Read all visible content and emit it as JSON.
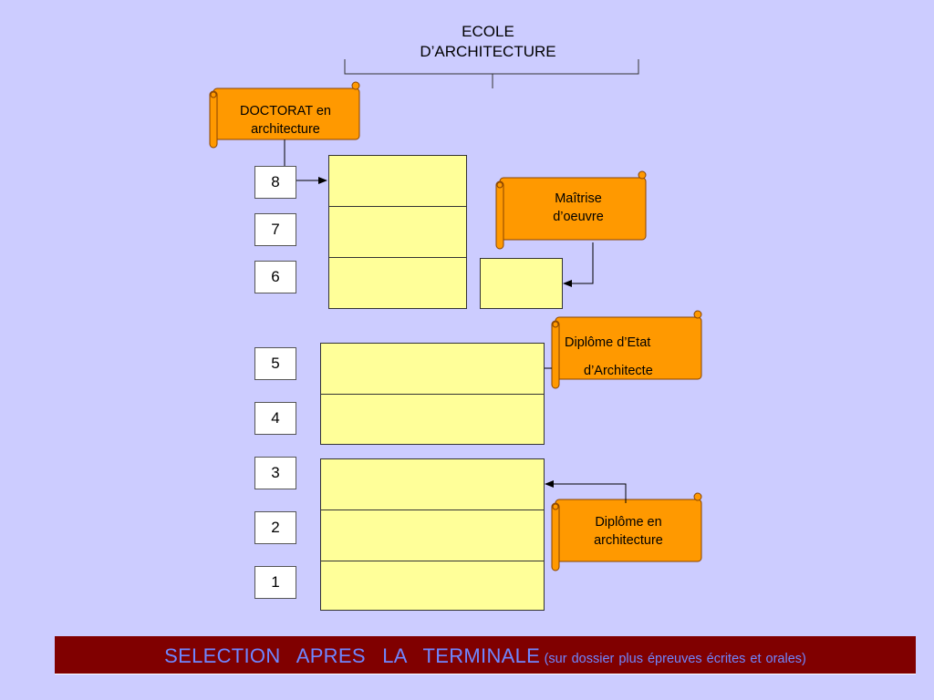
{
  "header": {
    "line1": "ECOLE",
    "line2": "D’ARCHITECTURE"
  },
  "years": [
    "8",
    "7",
    "6",
    "5",
    "4",
    "3",
    "2",
    "1"
  ],
  "labels": {
    "doctorat": [
      "DOCTORAT en",
      "architecture"
    ],
    "maitrise": [
      "Maîtrise",
      "d’oeuvre"
    ],
    "diplome_etat": [
      "Diplôme d’Etat",
      "d’Architecte"
    ],
    "diplome_en": [
      "Diplôme en",
      "architecture"
    ]
  },
  "banner": {
    "main": "SELECTION APRES LA TERMINALE",
    "sub": "(sur dossier plus épreuves écrites et orales)"
  },
  "colors": {
    "background": "#ccccff",
    "cell_fill": "#ffff99",
    "scroll_fill": "#ff9900",
    "banner_bg": "#800000",
    "banner_text": "#6f86ff"
  }
}
